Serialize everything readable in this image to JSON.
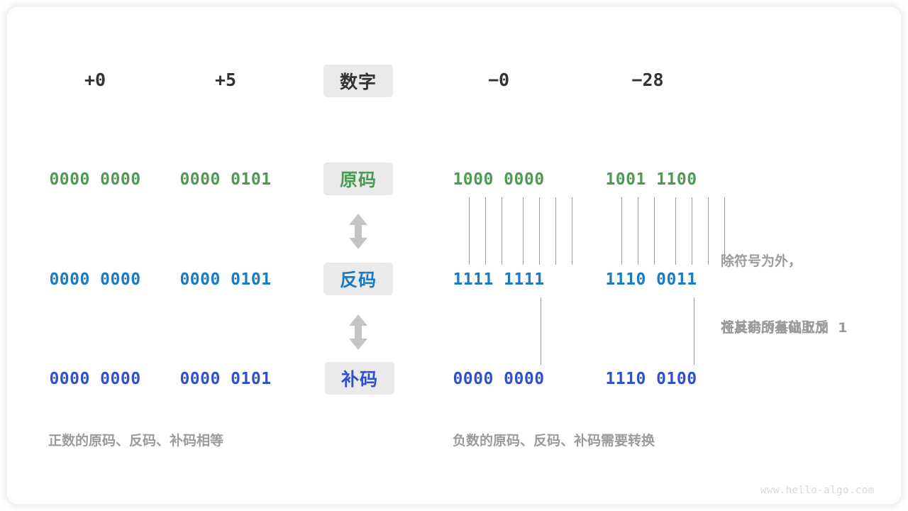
{
  "watermark": "www.hello-algo.com",
  "colors": {
    "sign_magnitude": "#4e9a54",
    "ones_complement": "#1a7bc4",
    "twos_complement": "#3050cc",
    "chip_bg": "#eaeaea",
    "note_gray": "#9b9b9b",
    "line_gray": "#9a9a9a",
    "header_dark": "#333333",
    "watermark_gray": "#d8d8d8"
  },
  "row_labels": [
    {
      "id": "number",
      "text": "数字",
      "color_key": "header_dark"
    },
    {
      "id": "sign-magnitude",
      "text": "原码",
      "color_key": "sign_magnitude"
    },
    {
      "id": "ones-complement",
      "text": "反码",
      "color_key": "ones_complement"
    },
    {
      "id": "twos-complement",
      "text": "补码",
      "color_key": "twos_complement"
    }
  ],
  "columns": [
    {
      "id": "plus-zero",
      "header": "+0",
      "sign_magnitude": "0000 0000",
      "ones_complement": "0000 0000",
      "twos_complement": "0000 0000"
    },
    {
      "id": "plus-five",
      "header": "+5",
      "sign_magnitude": "0000 0101",
      "ones_complement": "0000 0101",
      "twos_complement": "0000 0101"
    },
    {
      "id": "minus-zero",
      "header": "−0",
      "sign_magnitude": "1000 0000",
      "ones_complement": "1111 1111",
      "twos_complement": "0000 0000"
    },
    {
      "id": "minus-twentyeight",
      "header": "−28",
      "sign_magnitude": "1001 1100",
      "ones_complement": "1110 0011",
      "twos_complement": "1110 0100"
    }
  ],
  "notes": {
    "invert_bits_line1": "除符号为外，",
    "invert_bits_line2": "将其余所有位取反",
    "add_one": "在反码的基础上加  1"
  },
  "captions": {
    "positive": "正数的原码、反码、补码相等",
    "negative": "负数的原码、反码、补码需要转换"
  }
}
